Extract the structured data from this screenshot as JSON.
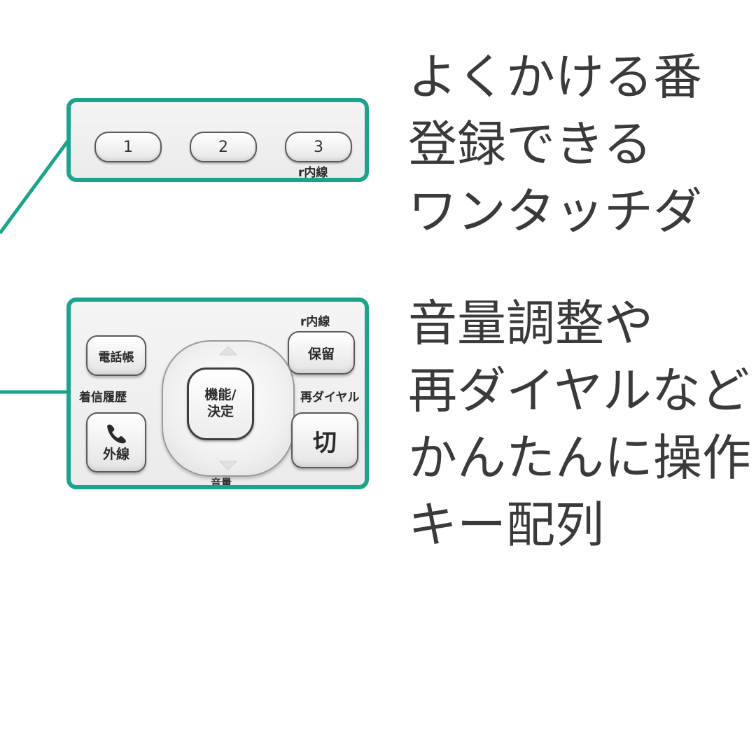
{
  "colors": {
    "accent": "#1ba38c",
    "text": "#3a3a3a",
    "panel": "#f0f0f0"
  },
  "top_panel": {
    "keys": [
      {
        "label": "1"
      },
      {
        "label": "2"
      },
      {
        "label": "3"
      }
    ],
    "intercom_label": "r内線"
  },
  "bottom_panel": {
    "intercom_label": "r内線",
    "phonebook_label": "電話帳",
    "hold_label": "保留",
    "incoming_history_label": "着信履歴",
    "redial_label": "再ダイヤル",
    "center_label_line1": "機能/",
    "center_label_line2": "決定",
    "outside_line_label": "外線",
    "end_label": "切",
    "volume_label": "音量",
    "icons": {
      "outside_line": "handset-icon"
    }
  },
  "captions": {
    "top": [
      "よくかける番",
      "登録できる",
      "ワンタッチダ"
    ],
    "bottom": [
      "音量調整や",
      "再ダイヤルなど",
      "かんたんに操作",
      "キー配列"
    ]
  }
}
